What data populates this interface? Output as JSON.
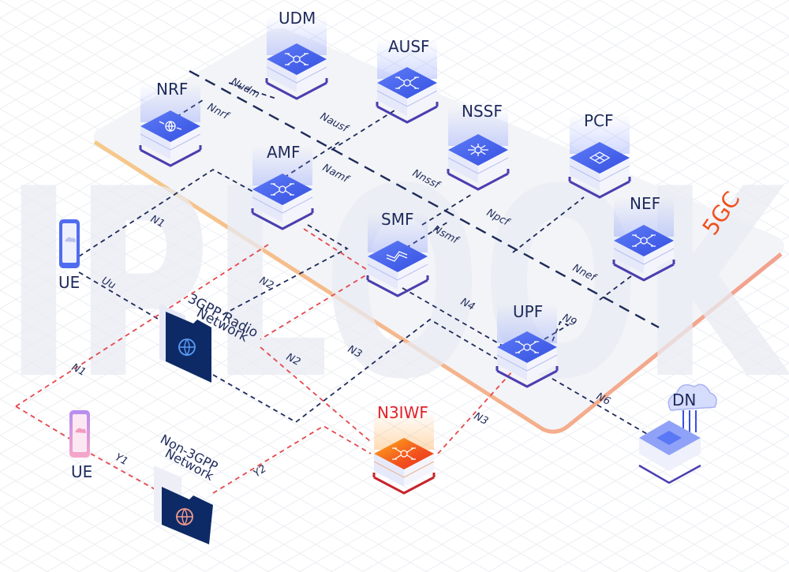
{
  "watermark": "IPLOOK",
  "core_label": "5GC",
  "colors": {
    "node_top": "#3f5de8",
    "node_top_light": "#5a78f5",
    "node_base": "#e8ebfb",
    "node_outline": "#4a3fb0",
    "n3iwf_top": "#f0491f",
    "n3iwf_top_light": "#ffa31a",
    "n3iwf_outline": "#c8242b",
    "line_dark": "#1e2a5a",
    "line_red": "#e5484d",
    "core_edge": "#f4a58f",
    "core_label": "#f0501e",
    "folder": "#0d2a66"
  },
  "nodes": {
    "udm": "UDM",
    "ausf": "AUSF",
    "nrf": "NRF",
    "nssf": "NSSF",
    "pcf": "PCF",
    "amf": "AMF",
    "nef": "NEF",
    "smf": "SMF",
    "upf": "UPF",
    "n3iwf": "N3IWF",
    "dn": "DN",
    "ue_3gpp": "UE",
    "ue_non3gpp": "UE",
    "radio_network_line1": "3GPP Radio",
    "radio_network_line2": "Network",
    "non3gpp_line1": "Non-3GPP",
    "non3gpp_line2": "Network"
  },
  "interfaces": {
    "nudm": "Nudm",
    "nnrf": "Nnrf",
    "nausf": "Nausf",
    "namf": "Namf",
    "nnssf": "Nnssf",
    "npcf": "Npcf",
    "nsmf": "Nsmf",
    "nnef": "Nnef",
    "n1_top": "N1",
    "n1_bottom": "N1",
    "uu": "Uu",
    "n2_top": "N2",
    "n2_bottom": "N2",
    "n3_dark": "N3",
    "n3_red": "N3",
    "n4": "N4",
    "n9": "N9",
    "n6": "N6",
    "y1": "Y1",
    "y2": "Y2"
  }
}
